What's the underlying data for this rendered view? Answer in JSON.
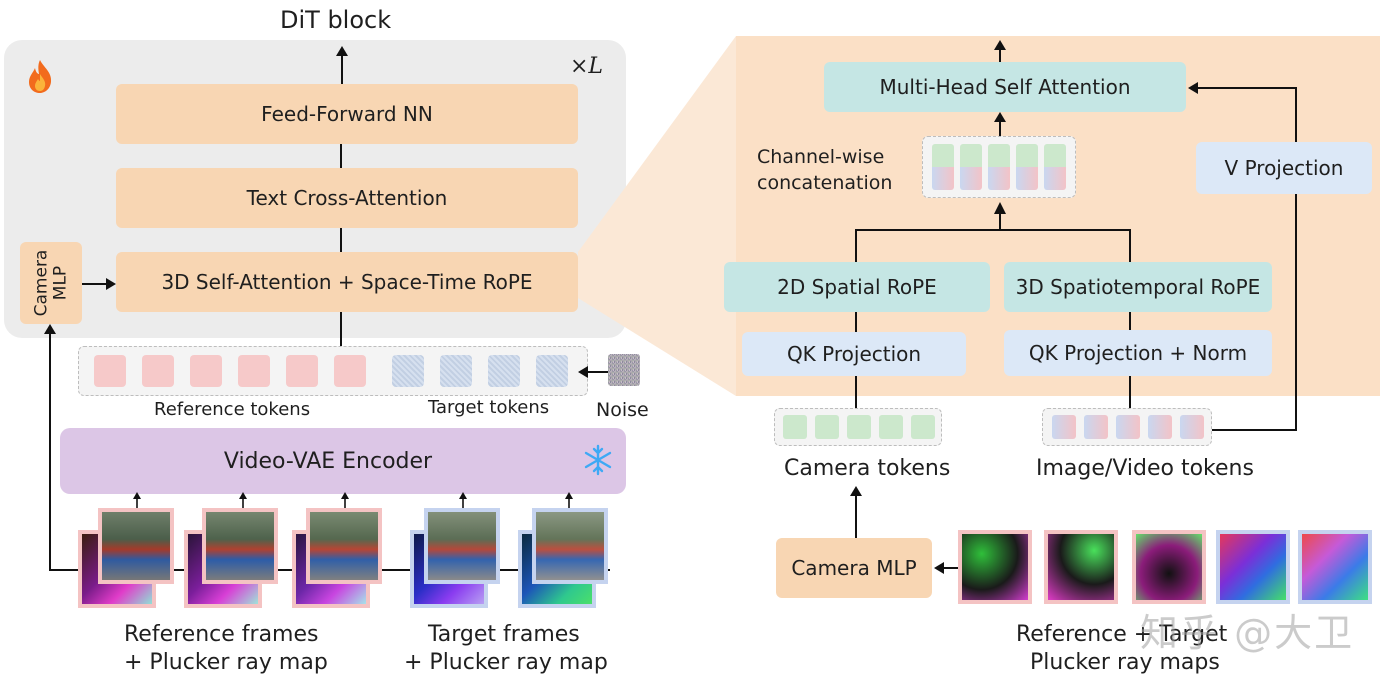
{
  "left": {
    "title": "DiT block",
    "repeat": "×L",
    "blocks": {
      "ffn": "Feed-Forward NN",
      "cross": "Text Cross-Attention",
      "self": "3D Self-Attention + Space-Time RoPE",
      "camera_mlp": "Camera MLP"
    },
    "token_labels": {
      "reference": "Reference tokens",
      "target": "Target tokens",
      "noise": "Noise"
    },
    "encoder": "Video-VAE Encoder",
    "frames": {
      "reference_line1": "Reference frames",
      "reference_line2": "+ Plucker ray map",
      "target_line1": "Target frames",
      "target_line2": "+ Plucker ray map"
    }
  },
  "right": {
    "mhsa": "Multi-Head Self Attention",
    "concat_line1": "Channel-wise",
    "concat_line2": "concatenation",
    "v_proj": "V Projection",
    "rope2d": "2D Spatial RoPE",
    "rope3d": "3D Spatiotemporal RoPE",
    "qk": "QK Projection",
    "qk_norm": "QK Projection + Norm",
    "camera_tokens": "Camera tokens",
    "image_tokens": "Image/Video tokens",
    "camera_mlp": "Camera MLP",
    "ray_maps_line1": "Reference + Target",
    "ray_maps_line2": "Plucker ray maps"
  },
  "watermark": "知乎 @大卫",
  "icons": {
    "fire": "fire-icon",
    "snowflake": "snowflake-icon"
  },
  "colors": {
    "orange": "#f8d6b3",
    "teal": "#c5e6e4",
    "blue": "#dce8f7",
    "purple": "#dcc6e6",
    "panel": "#ececec",
    "right_panel": "#fbe0c6"
  }
}
